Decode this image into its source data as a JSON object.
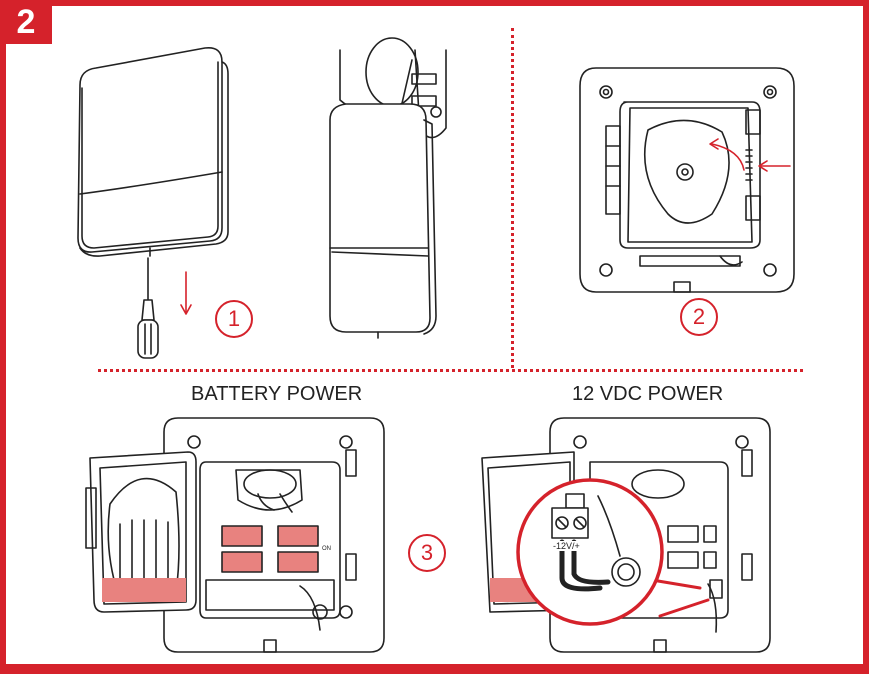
{
  "step": {
    "number": "2"
  },
  "panels": {
    "p1": {
      "marker": "1"
    },
    "p2": {
      "marker": "2"
    },
    "p3": {
      "marker": "3"
    }
  },
  "section_titles": {
    "battery": "BATTERY POWER",
    "dc": "12 VDC POWER"
  },
  "diagram_labels": {
    "terminal_polarity": "-12V/+",
    "cover_tab_text": "ON"
  },
  "colors": {
    "accent": "#d5222b",
    "battery_fill": "#e8827f",
    "line": "#222222"
  }
}
